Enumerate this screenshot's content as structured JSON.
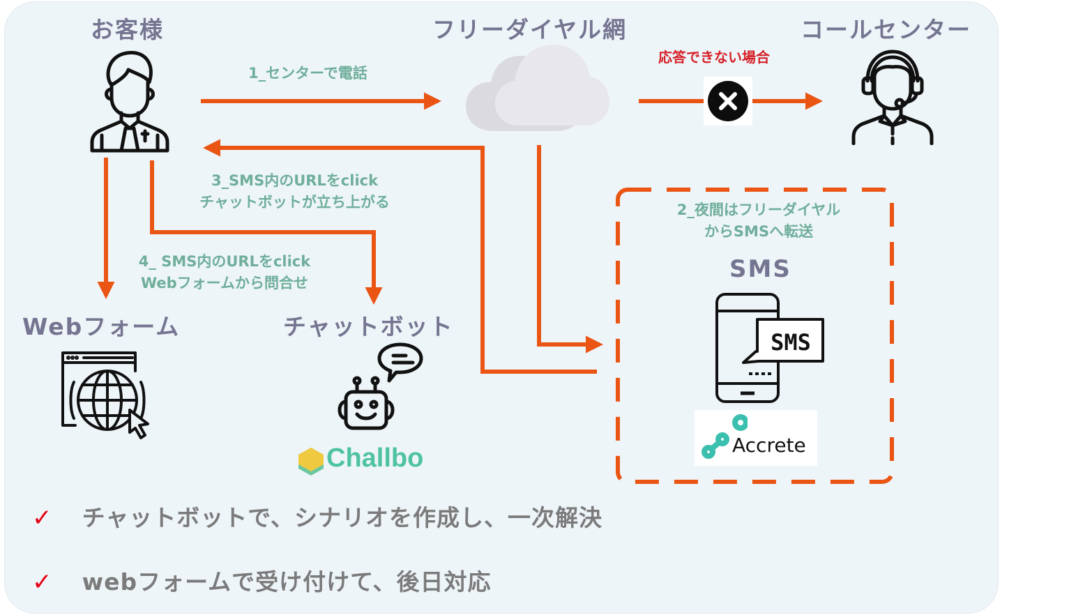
{
  "nodes": {
    "customer": "お客様",
    "freedial": "フリーダイヤル網",
    "callcenter": "コールセンター",
    "webform": "Webフォーム",
    "chatbot": "チャットボット",
    "sms": "SMS"
  },
  "steps": {
    "step1": "1_センターで電話",
    "no_answer": "応答できない場合",
    "step2_line1": "2_夜間はフリーダイヤル",
    "step2_line2": "からSMSへ転送",
    "step3_line1": "3_SMS内のURLをclick",
    "step3_line2": "チャットボットが立ち上がる",
    "step4_line1": "4_ SMS内のURLをclick",
    "step4_line2": "Webフォームから問合せ"
  },
  "icons": {
    "sms_bubble_text": "SMS",
    "customer_icon": "businessman-icon",
    "cloud_icon": "cloud-icon",
    "blocked_icon": "x-circle-icon",
    "operator_icon": "headset-operator-icon",
    "web_icon": "browser-globe-icon",
    "bot_icon": "robot-chat-icon",
    "phone_icon": "smartphone-sms-icon"
  },
  "logos": {
    "chatbot_vendor": "Challbo",
    "sms_vendor": "Accrete"
  },
  "bullets": [
    {
      "mark": "✓",
      "text": "チャットボットで、シナリオを作成し、一次解決"
    },
    {
      "mark": "✓",
      "text": "webフォームで受け付けて、後日対応"
    }
  ],
  "colors": {
    "arrow": "#ea5514",
    "title": "#767591",
    "step_text": "#6fae9a",
    "warning": "#d51f26",
    "check": "#e60012",
    "teal": "#3bbfae",
    "gold": "#efc93f"
  }
}
